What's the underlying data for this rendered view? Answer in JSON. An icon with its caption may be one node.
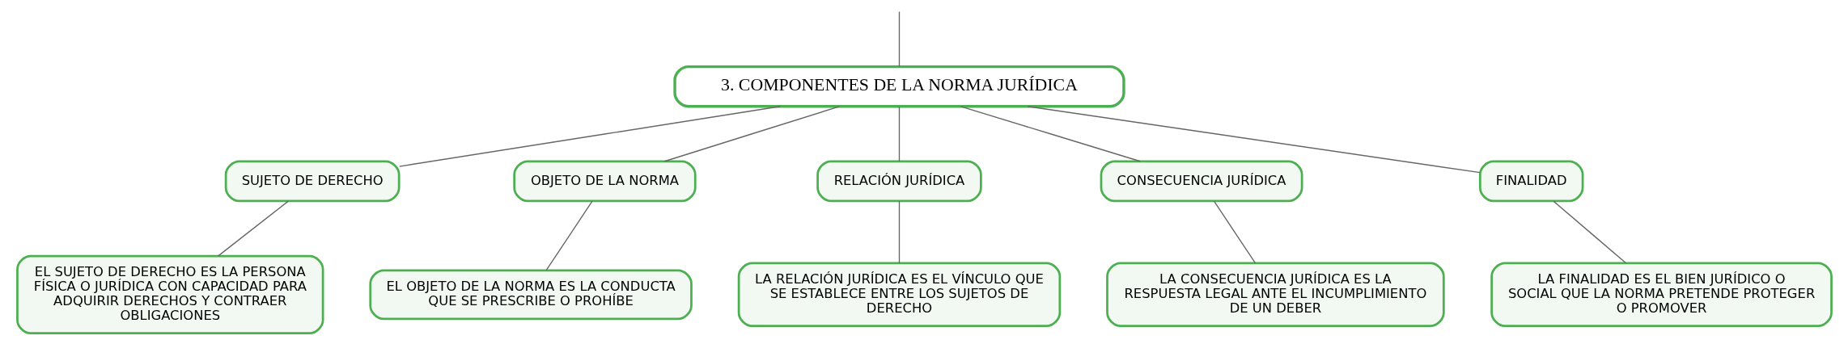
{
  "diagram": {
    "nodes": [
      {
        "text": [
          "3. COMPONENTES DE LA NORMA JURÍDICA"
        ]
      },
      {
        "text": [
          "SUJETO DE DERECHO"
        ]
      },
      {
        "text": [
          "OBJETO DE LA NORMA"
        ]
      },
      {
        "text": [
          "RELACIÓN JURÍDICA"
        ]
      },
      {
        "text": [
          "CONSECUENCIA JURÍDICA"
        ]
      },
      {
        "text": [
          "FINALIDAD"
        ]
      },
      {
        "text": [
          "EL SUJETO DE DERECHO ES LA PERSONA FÍSICA O JURÍDICA CON CAPACIDAD PARA ADQUIRIR DERECHOS Y CONTRAER OBLIGACIONES"
        ]
      },
      {
        "text": [
          "EL OBJETO DE LA NORMA ES LA CONDUCTA QUE SE PRESCRIBE O PROHÍBE"
        ]
      },
      {
        "text": [
          "LA RELACIÓN JURÍDICA ES EL VÍNCULO QUE SE ESTABLECE ENTRE LOS SUJETOS DE DERECHO"
        ]
      },
      {
        "text": [
          "LA CONSECUENCIA JURÍDICA ES LA RESPUESTA LEGAL ANTE EL INCUMPLIMIENTO DE UN DEBER"
        ]
      },
      {
        "text": [
          "LA FINALIDAD ES EL BIEN JURÍDICO O SOCIAL QUE LA NORMA PRETENDE PROTEGER O PROMOVER"
        ]
      }
    ],
    "edges": [
      {
        "from": null,
        "to": 0,
        "arrow": "none"
      },
      {
        "from": 0,
        "to": 1,
        "arrow": "none"
      },
      {
        "from": 0,
        "to": 2,
        "arrow": "none"
      },
      {
        "from": 0,
        "to": 3,
        "arrow": "none"
      },
      {
        "from": 0,
        "to": 4,
        "arrow": "none"
      },
      {
        "from": 0,
        "to": 5,
        "arrow": "none"
      },
      {
        "from": 1,
        "to": 6,
        "arrow": "none"
      },
      {
        "from": 2,
        "to": 7,
        "arrow": "none"
      },
      {
        "from": 3,
        "to": 8,
        "arrow": "none"
      },
      {
        "from": 4,
        "to": 9,
        "arrow": "none"
      },
      {
        "from": 5,
        "to": 10,
        "arrow": "none"
      }
    ]
  }
}
